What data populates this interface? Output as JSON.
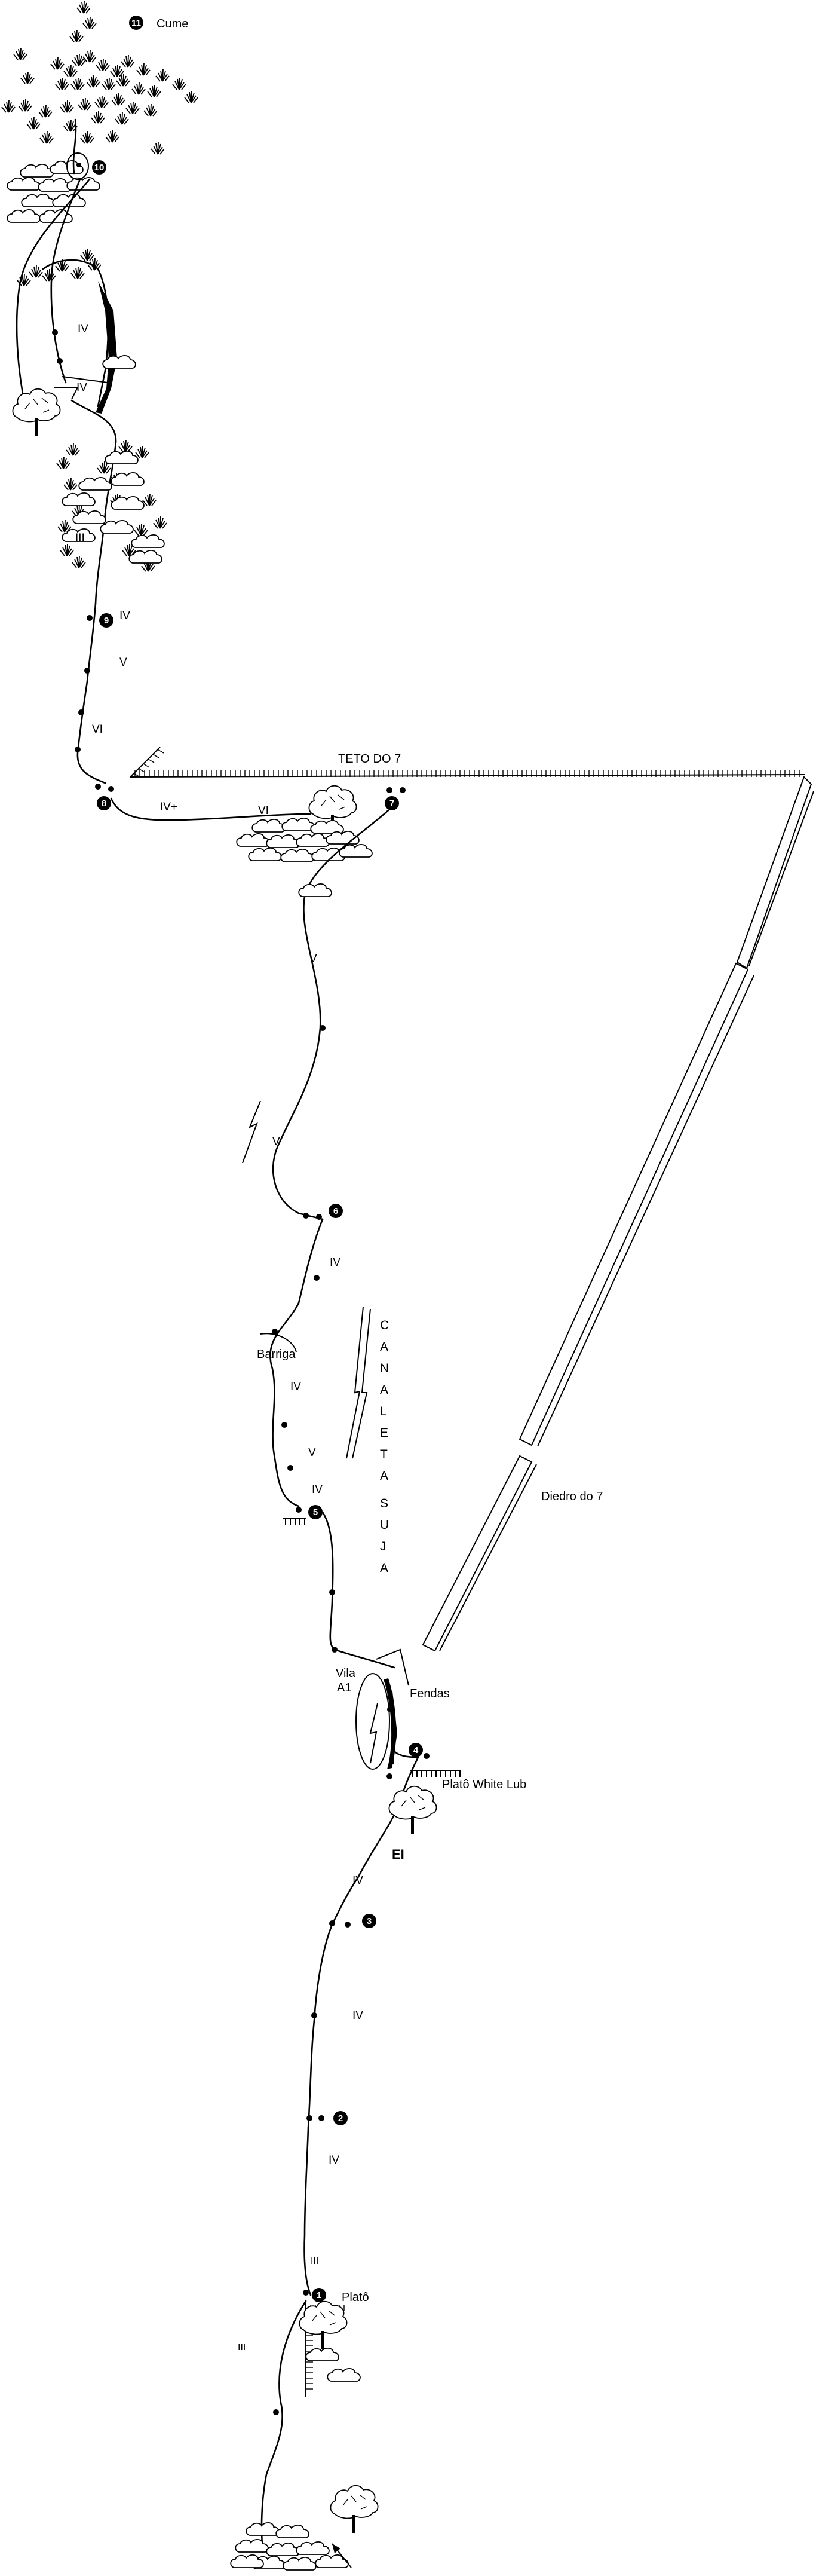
{
  "colors": {
    "ink": "#000000",
    "paper": "#ffffff"
  },
  "labels": {
    "summit": "Cume",
    "roof": "TETO DO 7",
    "dihedral": "Diedro do 7",
    "belly": "Barriga",
    "variant": "Vila\nA1",
    "cracks": "Fendas",
    "plateau_white_lub": "Platô White Lub",
    "ei": "EI",
    "plateau": "Platô",
    "gully": [
      "C",
      "A",
      "N",
      "A",
      "L",
      "E",
      "T",
      "A",
      "",
      "S",
      "U",
      "J",
      "A"
    ]
  },
  "belays": [
    {
      "number": "1"
    },
    {
      "number": "2"
    },
    {
      "number": "3"
    },
    {
      "number": "4"
    },
    {
      "number": "5"
    },
    {
      "number": "6"
    },
    {
      "number": "7"
    },
    {
      "number": "8"
    },
    {
      "number": "9"
    },
    {
      "number": "10"
    },
    {
      "number": "11"
    }
  ],
  "grades": [
    {
      "text": "IV"
    },
    {
      "text": "IV"
    },
    {
      "text": "III"
    },
    {
      "text": "IV"
    },
    {
      "text": "V"
    },
    {
      "text": "VI"
    },
    {
      "text": "IV+"
    },
    {
      "text": "VI"
    },
    {
      "text": "V"
    },
    {
      "text": "V"
    },
    {
      "text": "IV"
    },
    {
      "text": "IV"
    },
    {
      "text": "V"
    },
    {
      "text": "IV"
    },
    {
      "text": "IV"
    },
    {
      "text": "IV"
    },
    {
      "text": "IV"
    },
    {
      "text": "III"
    },
    {
      "text": "III"
    }
  ],
  "icons": [
    "grass-tuft-icon",
    "bush-icon",
    "tree-icon",
    "arrow-icon",
    "belay-anchor-icon",
    "bolt-icon"
  ]
}
